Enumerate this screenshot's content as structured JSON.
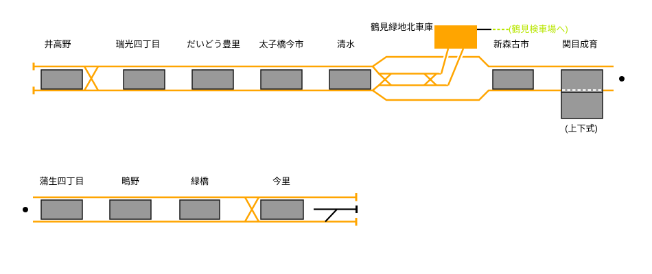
{
  "colors": {
    "track_orange": "#FFA500",
    "platform_fill": "#999999",
    "platform_border": "#1A1A1A",
    "branch_green": "#B8E600",
    "stub_black": "#000000",
    "label_color": "#000000",
    "background": "#FFFFFF"
  },
  "top_row": {
    "stations": [
      {
        "name": "井高野"
      },
      {
        "name": "瑞光四丁目"
      },
      {
        "name": "だいどう豊里"
      },
      {
        "name": "太子橋今市"
      },
      {
        "name": "清水"
      },
      {
        "name": "新森古市"
      },
      {
        "name": "関目成育",
        "note": "(上下式)"
      }
    ],
    "depot": {
      "name": "鶴見緑地北車庫"
    },
    "branch_note": "(鶴見検車場へ)"
  },
  "bottom_row": {
    "stations": [
      {
        "name": "蒲生四丁目"
      },
      {
        "name": "鴫野"
      },
      {
        "name": "緑橋"
      },
      {
        "name": "今里"
      }
    ]
  }
}
